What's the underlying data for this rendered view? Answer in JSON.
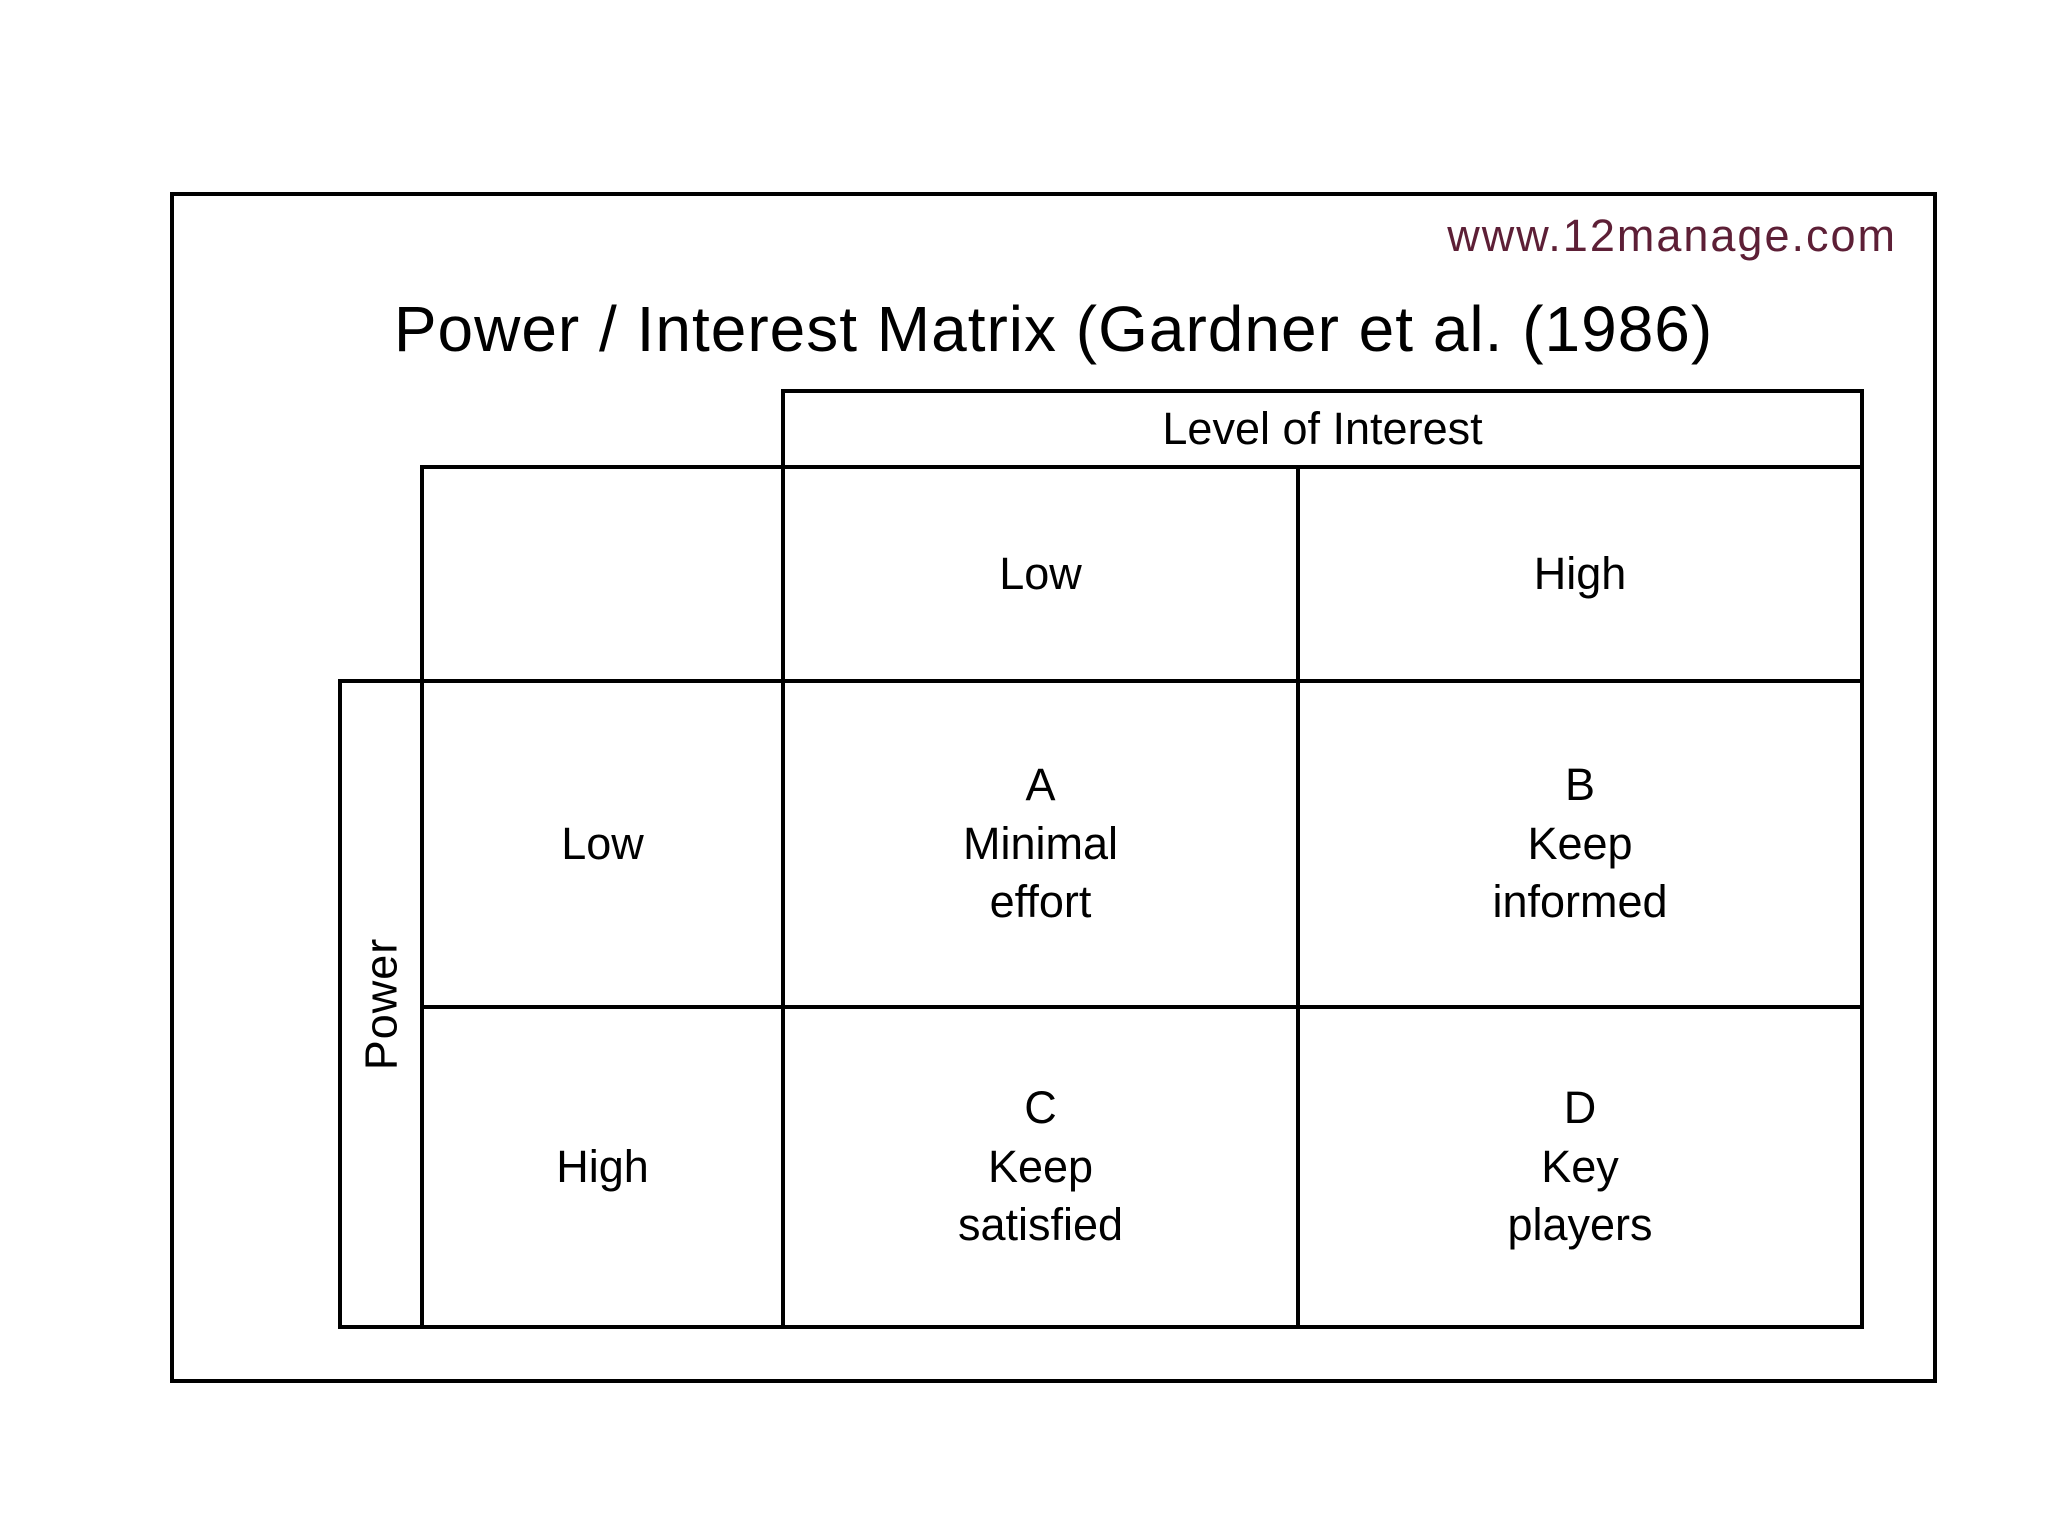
{
  "watermark": {
    "text": "www.12manage.com"
  },
  "diagram": {
    "title": "Power / Interest Matrix (Gardner et al. (1986)",
    "column_axis_label": "Level of Interest",
    "row_axis_label": "Power",
    "column_headers": {
      "low": "Low",
      "high": "High"
    },
    "row_headers": {
      "low": "Low",
      "high": "High"
    },
    "cells": {
      "a": {
        "letter": "A",
        "line1": "Minimal",
        "line2": "effort"
      },
      "b": {
        "letter": "B",
        "line1": "Keep",
        "line2": "informed"
      },
      "c": {
        "letter": "C",
        "line1": "Keep",
        "line2": "satisfied"
      },
      "d": {
        "letter": "D",
        "line1": "Key",
        "line2": "players"
      }
    }
  },
  "colors": {
    "line": "#000000",
    "text": "#000000",
    "watermark": "#5d1f36",
    "background": "#ffffff"
  }
}
